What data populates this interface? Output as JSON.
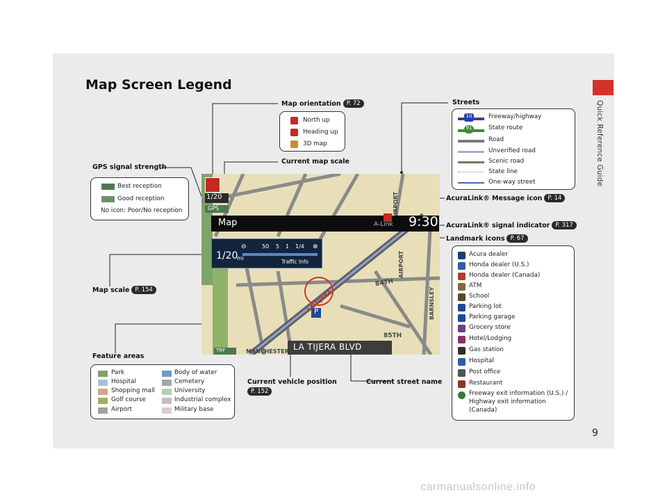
{
  "page": {
    "title": "Map Screen Legend",
    "side_label": "Quick Reference Guide",
    "page_number": "9",
    "watermark": "carmanualsonline.info"
  },
  "labels": {
    "map_orientation": "Map orientation",
    "map_orientation_ref": "P. 72",
    "streets": "Streets",
    "gps_signal": "GPS signal strength",
    "current_map_scale": "Current map scale",
    "acuralink_message": "AcuraLink® Message icon",
    "acuralink_message_ref": "P. 14",
    "acuralink_signal": "AcuraLink® signal indicator",
    "acuralink_signal_ref": "P. 317",
    "landmark_icons": "Landmark icons",
    "landmark_icons_ref": "P. 67",
    "map_scale": "Map scale",
    "map_scale_ref": "P. 154",
    "feature_areas": "Feature areas",
    "current_vehicle": "Current vehicle position",
    "current_vehicle_ref": "P. 152",
    "current_street": "Current street name"
  },
  "orientation": [
    "North up",
    "Heading up",
    "3D map"
  ],
  "streets": [
    "Freeway/highway",
    "State route",
    "Road",
    "Unverified road",
    "Scenic road",
    "State line",
    "One-way street"
  ],
  "gps": {
    "best": "Best reception",
    "good": "Good reception",
    "none": "No icon: Poor/No reception",
    "badge": "GPS"
  },
  "landmarks": [
    "Acura dealer",
    "Honda dealer (U.S.)",
    "Honda dealer (Canada)",
    "ATM",
    "School",
    "Parking lot",
    "Parking garage",
    "Grocery store",
    "Hotel/Lodging",
    "Gas station",
    "Hospital",
    "Post office",
    "Restaurant",
    "Freeway exit information (U.S.) /",
    "Highway exit information",
    "(Canada)"
  ],
  "features": {
    "left": [
      "Park",
      "Hospital",
      "Shopping mall",
      "Golf course",
      "Airport"
    ],
    "right": [
      "Body of water",
      "Cemetery",
      "University",
      "Industrial complex",
      "Military base"
    ],
    "colors_left": [
      "#7fa46a",
      "#a8c2d2",
      "#d4a683",
      "#9db060",
      "#a0a0a0"
    ],
    "colors_right": [
      "#6f9ac6",
      "#a6a6a6",
      "#b7cfb4",
      "#c7bfb7",
      "#e2c9d2"
    ]
  },
  "map": {
    "title": "Map",
    "clock": "9:30",
    "alink": "A-Link",
    "scale": "1/20",
    "scale_unit": "mi",
    "scale_small": "1/20",
    "traffic": "Traffic Info",
    "zoom_steps": [
      "50",
      "5",
      "1",
      "1/4"
    ],
    "street": "LA TIJERA BLVD",
    "trf": "TRF",
    "streets": [
      "AIRPORT",
      "AIRPORT",
      "BARNSLEY",
      "84TH",
      "85TH",
      "LA TIJERA",
      "MANCHESTER"
    ],
    "shield": "10",
    "state_shield": "91"
  },
  "colors": {
    "red": "#d3332b",
    "map_bg": "#e8dfb9"
  }
}
